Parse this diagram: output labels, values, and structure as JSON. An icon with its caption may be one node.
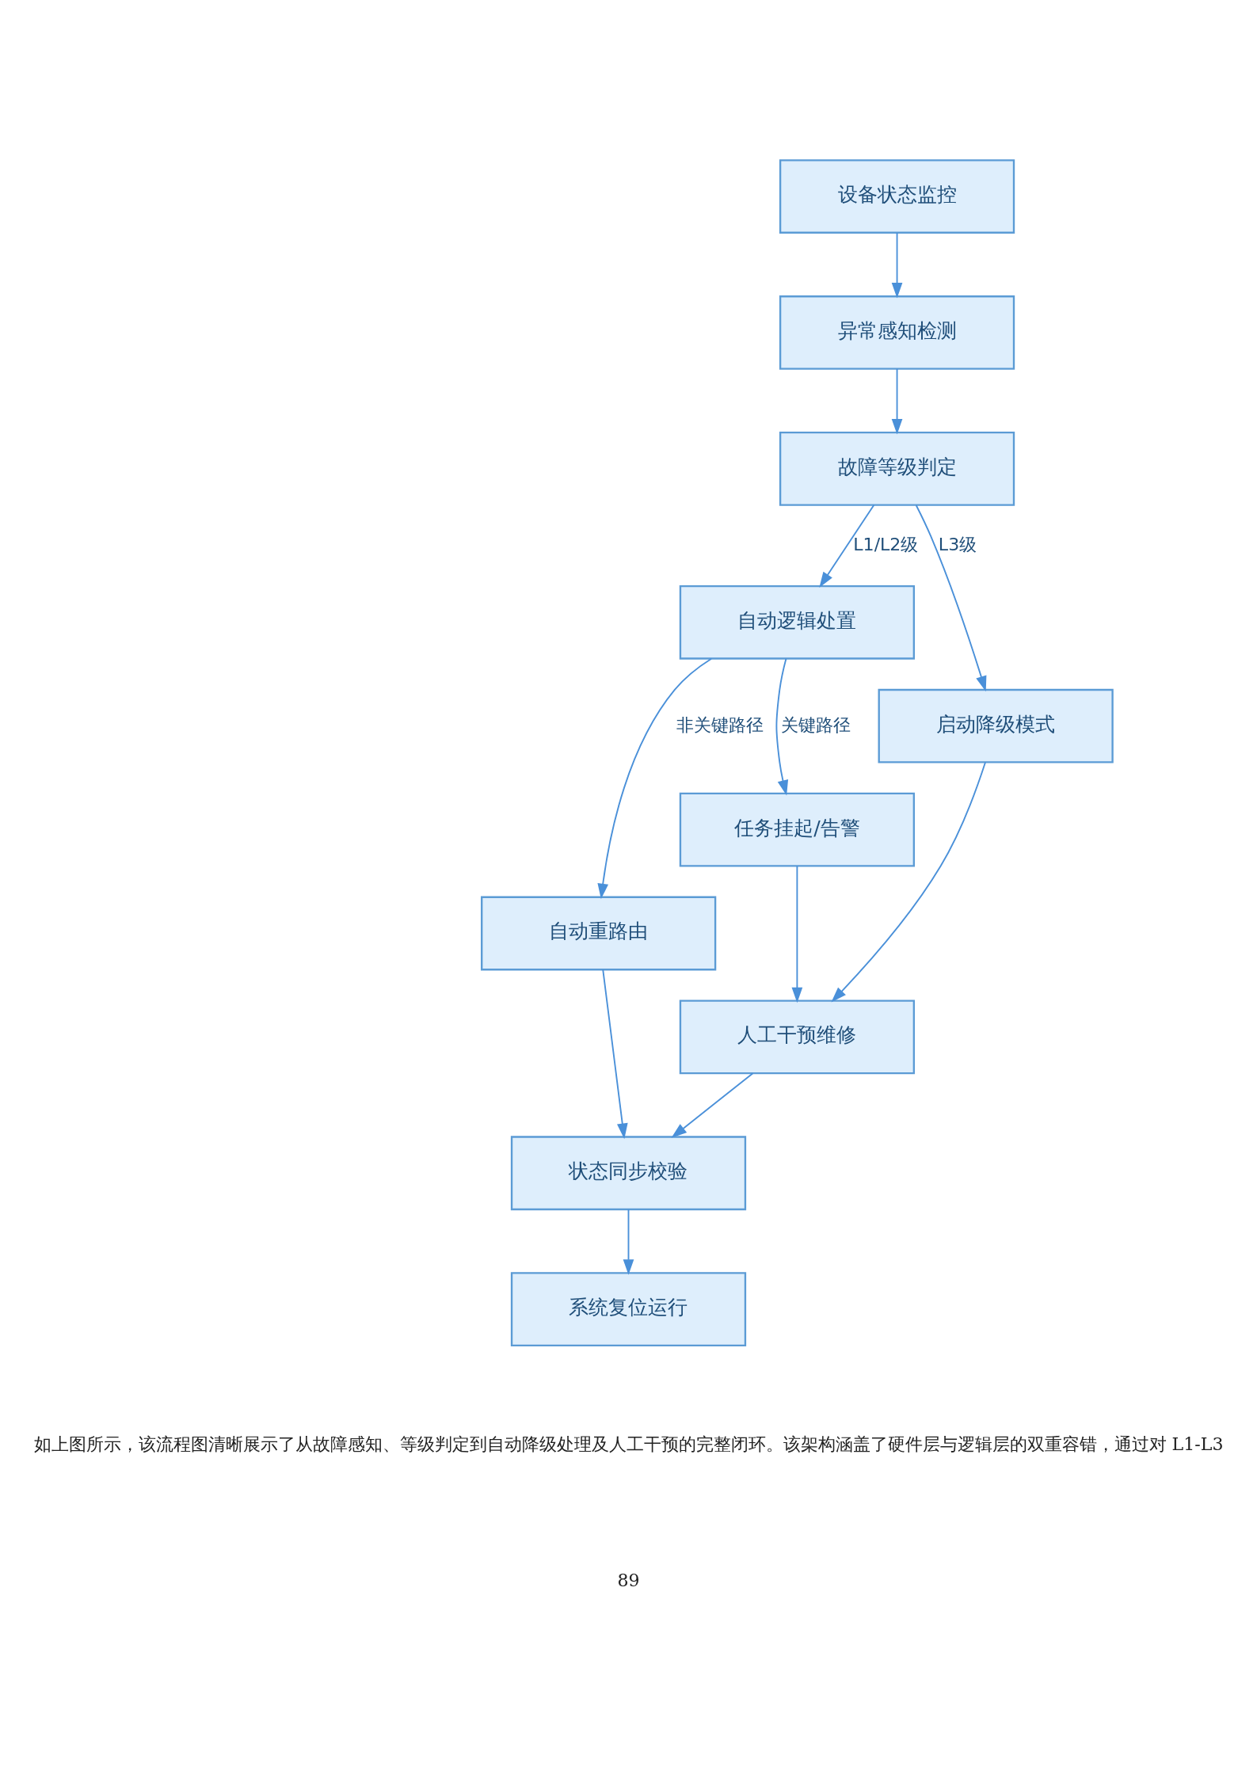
{
  "diagram": {
    "nodes": [
      {
        "text": [
          "设备状态监控"
        ]
      },
      {
        "text": [
          "异常感知检测"
        ]
      },
      {
        "text": [
          "故障等级判定"
        ]
      },
      {
        "text": [
          "自动逻辑处置"
        ]
      },
      {
        "text": [
          "任务挂起/告警"
        ]
      },
      {
        "text": [
          "启动降级模式"
        ]
      },
      {
        "text": [
          "自动重路由"
        ]
      },
      {
        "text": [
          "人工干预维修"
        ]
      },
      {
        "text": [
          "状态同步校验"
        ]
      },
      {
        "text": [
          "系统复位运行"
        ]
      }
    ],
    "edges": [
      {
        "from": 0,
        "to": 1,
        "arrow": "to"
      },
      {
        "from": 1,
        "to": 2,
        "arrow": "to"
      },
      {
        "from": 2,
        "to": 3,
        "arrow": "to",
        "label": "L1/L2级"
      },
      {
        "from": 2,
        "to": 5,
        "arrow": "to",
        "label": "L3级"
      },
      {
        "from": 3,
        "to": 6,
        "arrow": "to",
        "label": "非关键路径"
      },
      {
        "from": 3,
        "to": 4,
        "arrow": "to",
        "label": "关键路径"
      },
      {
        "from": 4,
        "to": 7,
        "arrow": "to"
      },
      {
        "from": 5,
        "to": 7,
        "arrow": "to"
      },
      {
        "from": 6,
        "to": 8,
        "arrow": "to"
      },
      {
        "from": 7,
        "to": 8,
        "arrow": "to"
      },
      {
        "from": 8,
        "to": 9,
        "arrow": "to"
      }
    ],
    "labels": [
      "如上图所示，该流程图清晰展示了从故障感知、等级判定到自动降级处理及人工干预的完整闭环。该架构涵盖了硬件层与逻辑层的双重容错，通过对 L1-L3",
      "89"
    ]
  }
}
